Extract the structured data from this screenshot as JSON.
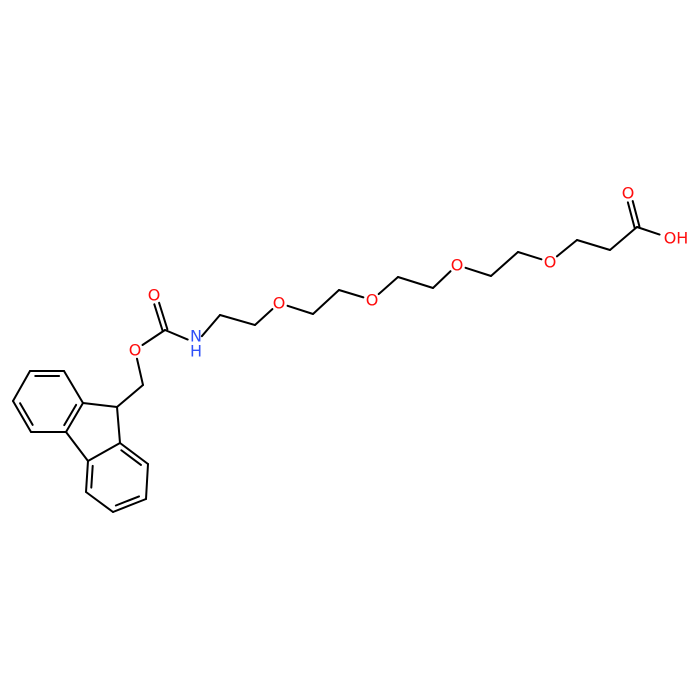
{
  "title": "Fmoc-NH-PEG4-CH2CH2COOH",
  "colors": {
    "bond": "#000000",
    "oxygen": "#ff0d0d",
    "nitrogen": "#3050f8"
  },
  "atom_labels": {
    "carbamate_carbonyl_o": "O",
    "carbamate_ester_o": "O",
    "amide_n": "N",
    "amide_h": "H",
    "ether_o1": "O",
    "ether_o2": "O",
    "ether_o3": "O",
    "ether_o4": "O",
    "acid_carbonyl_o": "O",
    "acid_hydroxyl": "OH"
  }
}
